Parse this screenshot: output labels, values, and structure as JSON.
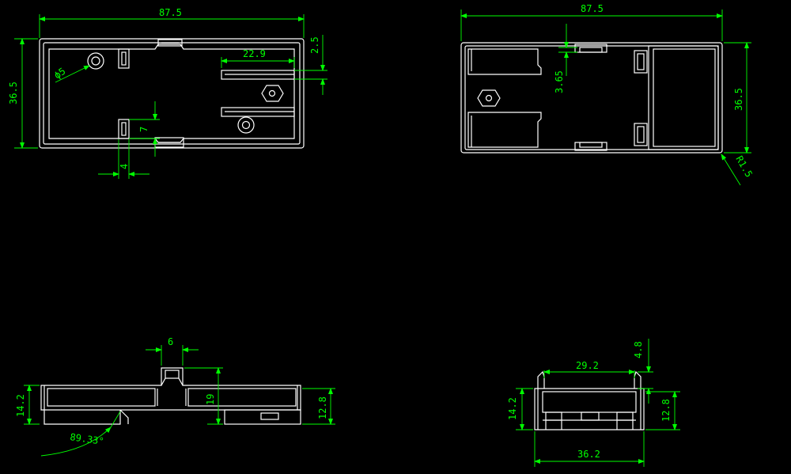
{
  "drawing": {
    "colors": {
      "background": "#000000",
      "outline": "#ffffff",
      "dimension": "#00ff00"
    },
    "top_view": {
      "width": "87.5",
      "height": "36.5",
      "hole_dia": "ϕ5",
      "slot_offset": "2.5",
      "rail_length": "22.9",
      "slot_depth": "7",
      "slot_width": "4"
    },
    "bottom_view": {
      "width": "87.5",
      "height": "36.5",
      "rail_gap": "3.65",
      "corner_radius": "R1.5"
    },
    "front_view": {
      "tab_width": "6",
      "height_total": "14.2",
      "tab_height": "19",
      "body_height": "12.8",
      "angle": "89.33°"
    },
    "side_view": {
      "inner_width": "29.2",
      "clip_height": "4.8",
      "height_total": "14.2",
      "body_height": "12.8",
      "outer_width": "36.2"
    }
  }
}
